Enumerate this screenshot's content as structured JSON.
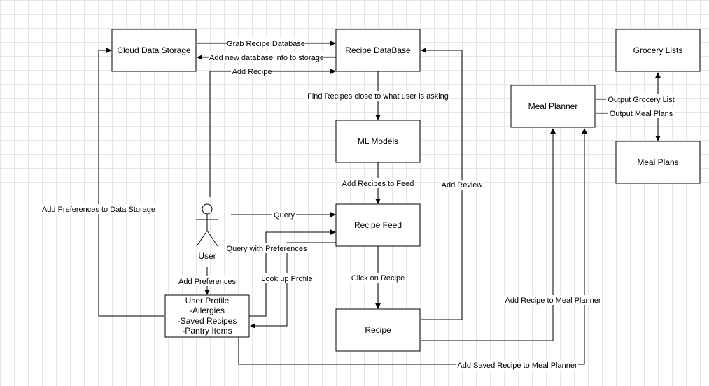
{
  "nodes": {
    "cloud": "Cloud Data Storage",
    "recipe_db": "Recipe DataBase",
    "ml": "ML Models",
    "feed": "Recipe Feed",
    "recipe": "Recipe",
    "meal_planner": "Meal Planner",
    "grocery": "Grocery Lists",
    "meal_plans": "Meal Plans",
    "user": "User",
    "profile": [
      "User Profile",
      "-Allergies",
      "-Saved Recipes",
      "-Pantry Items"
    ]
  },
  "edges": {
    "grab_db": "Grab Recipe Database",
    "add_db_info": "Add new database info to storage",
    "add_recipe": "Add Recipe",
    "find_recipes": "Find Recipes close to what user is asking",
    "add_to_feed": "Add Recipes to Feed",
    "add_review": "Add Review",
    "add_prefs_storage": "Add Preferences to Data Storage",
    "query": "Query",
    "query_prefs": "Query with Preferences",
    "add_prefs": "Add Preferences",
    "lookup_profile": "Look up Profile",
    "click_recipe": "Click on Recipe",
    "add_to_planner": "Add Recipe to Meal Planner",
    "add_saved_to_planner": "Add Saved Recipe to Meal Planner",
    "output_grocery": "Output Grocery List",
    "output_meal_plans": "Output Meal Plans"
  }
}
